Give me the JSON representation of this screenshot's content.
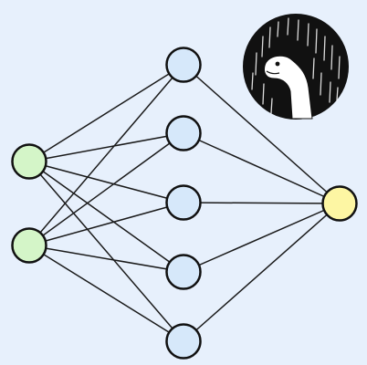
{
  "diagram": {
    "type": "neural-network",
    "background": "#e7f0fc",
    "layers": [
      {
        "role": "input",
        "size": 2,
        "color": "#d4f5c8"
      },
      {
        "role": "hidden",
        "size": 5,
        "color": "#d6e8fa"
      },
      {
        "role": "output",
        "size": 1,
        "color": "#fdf6a3"
      }
    ],
    "connections": "fully-connected",
    "edge_color": "#1a1a1a"
  },
  "logo": {
    "icon": "dino-in-rain-icon",
    "background": "#111111",
    "foreground": "#ffffff"
  }
}
